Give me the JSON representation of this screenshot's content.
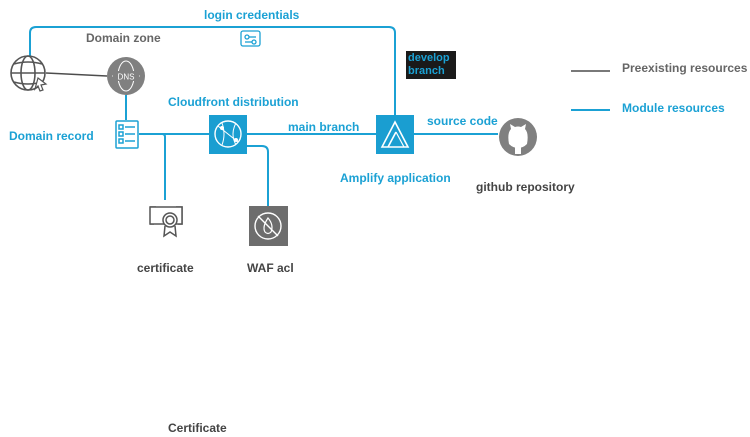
{
  "labels": {
    "login_credentials": "login credentials",
    "domain_zone": "Domain zone",
    "develop_branch_line1": "develop",
    "develop_branch_line2": "branch",
    "cloudfront_distribution": "Cloudfront distribution",
    "domain_record": "Domain record",
    "main_branch": "main branch",
    "source_code": "source code",
    "amplify_application": "Amplify application",
    "github_repository": "github repository",
    "certificate": "certificate",
    "waf_acl": "WAF acl",
    "certificate_bottom": "Certificate"
  },
  "legend": {
    "preexisting": "Preexisting resources",
    "module": "Module resources"
  },
  "colors": {
    "module_line": "#1ba1d4",
    "preexisting_line": "#4d4d4d",
    "icon_fill": "#808080",
    "cloudfront_fill": "#1a9ed1"
  },
  "icons": [
    "globe-icon",
    "dns-icon",
    "route53-record-icon",
    "cloudfront-icon",
    "amplify-icon",
    "github-icon",
    "certificate-icon",
    "waf-icon",
    "secrets-icon"
  ]
}
